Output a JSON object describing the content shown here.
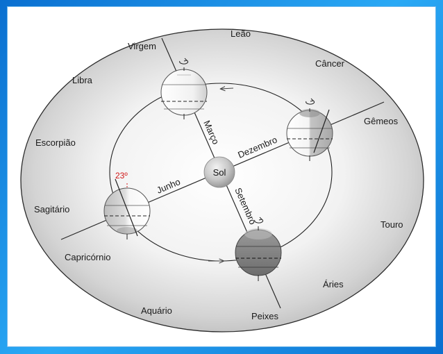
{
  "zodiac": {
    "leao": "Leão",
    "virgem": "Virgem",
    "cancer": "Câncer",
    "libra": "Libra",
    "gemeos": "Gêmeos",
    "escorpiao": "Escorpião",
    "sagitario": "Sagitário",
    "touro": "Touro",
    "capricornio": "Capricórnio",
    "aries": "Áries",
    "aquario": "Aquário",
    "peixes": "Peixes"
  },
  "sun": {
    "label": "Sol"
  },
  "months": {
    "marco": "Março",
    "dezembro": "Dezembro",
    "junho": "Junho",
    "setembro": "Setembro"
  },
  "tilt": {
    "label": "23º"
  },
  "colors": {
    "frame": "#1e8fe6",
    "angle": "#d01818"
  }
}
